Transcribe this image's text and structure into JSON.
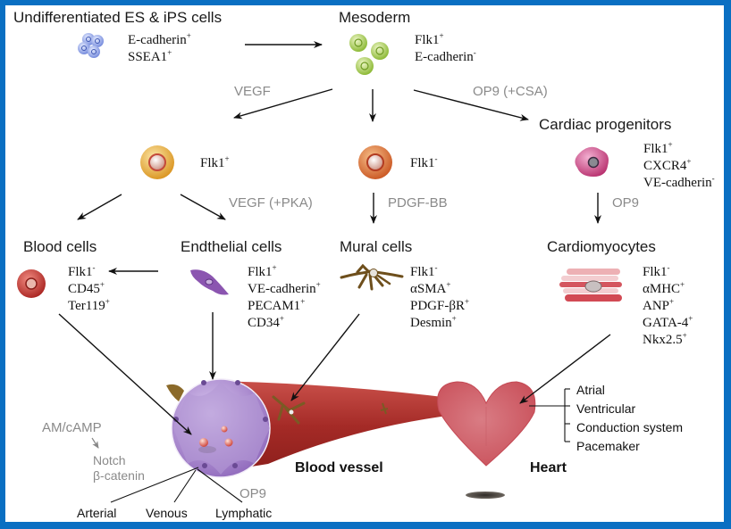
{
  "diagram": {
    "colors": {
      "frame_border": "#0a6fc2",
      "arrow": "#111111",
      "factor_text": "#8a8a8a",
      "es_cell": "#7f95e0",
      "mesoderm_cell": "#9cc63a",
      "flk1_pos_cell": "#e8a429",
      "flk1_neg_cell": "#d9652a",
      "cardiac_progenitor_cell": "#c9407e",
      "blood_cell": "#c8302e",
      "endothelial_cell": "#8b55b0",
      "mural_cell": "#7a5a24",
      "cardiomyocyte": "#d9727a",
      "vessel": "#a8302d",
      "vessel_lumen": "#9c78c4",
      "heart": "#d6707a"
    },
    "stages": {
      "undifferentiated": {
        "title": "Undifferentiated ES & iPS cells",
        "icon": "es-cell-cluster-icon",
        "markers": [
          {
            "name": "E-cadherin",
            "sign": "+"
          },
          {
            "name": "SSEA1",
            "sign": "+"
          }
        ]
      },
      "mesoderm": {
        "title": "Mesoderm",
        "icon": "mesoderm-cells-icon",
        "markers": [
          {
            "name": "Flk1",
            "sign": "+"
          },
          {
            "name": "E-cadherin",
            "sign": "-"
          }
        ]
      },
      "flk1_positive": {
        "icon": "flk1-positive-cell-icon",
        "markers": [
          {
            "name": "Flk1",
            "sign": "+"
          }
        ]
      },
      "flk1_negative": {
        "icon": "flk1-negative-cell-icon",
        "markers": [
          {
            "name": "Flk1",
            "sign": "-"
          }
        ]
      },
      "cardiac_progenitors": {
        "title": "Cardiac progenitors",
        "icon": "cardiac-progenitor-cell-icon",
        "markers": [
          {
            "name": "Flk1",
            "sign": "+"
          },
          {
            "name": "CXCR4",
            "sign": "+"
          },
          {
            "name": "VE-cadherin",
            "sign": "-"
          }
        ]
      },
      "blood_cells": {
        "title": "Blood cells",
        "icon": "blood-cell-icon",
        "markers": [
          {
            "name": "Flk1",
            "sign": "-"
          },
          {
            "name": "CD45",
            "sign": "+"
          },
          {
            "name": "Ter119",
            "sign": "+"
          }
        ]
      },
      "endothelial_cells": {
        "title": "Endthelial cells",
        "icon": "endothelial-cell-icon",
        "markers": [
          {
            "name": "Flk1",
            "sign": "+"
          },
          {
            "name": "VE-cadherin",
            "sign": "+"
          },
          {
            "name": "PECAM1",
            "sign": "+"
          },
          {
            "name": "CD34",
            "sign": "+"
          }
        ]
      },
      "mural_cells": {
        "title": "Mural cells",
        "icon": "mural-cell-icon",
        "markers": [
          {
            "name": "Flk1",
            "sign": "-"
          },
          {
            "name": "αSMA",
            "sign": "+"
          },
          {
            "name": "PDGF-βR",
            "sign": "+"
          },
          {
            "name": "Desmin",
            "sign": "+"
          }
        ]
      },
      "cardiomyocytes": {
        "title": "Cardiomyocytes",
        "icon": "cardiomyocyte-icon",
        "markers": [
          {
            "name": "Flk1",
            "sign": "-"
          },
          {
            "name": "αMHC",
            "sign": "+"
          },
          {
            "name": "ANP",
            "sign": "+"
          },
          {
            "name": "GATA-4",
            "sign": "+"
          },
          {
            "name": "Nkx2.5",
            "sign": "+"
          }
        ]
      }
    },
    "factors": {
      "vegf": "VEGF",
      "op9_csa": "OP9 (+CSA)",
      "vegf_pka": "VEGF (+PKA)",
      "pdgf_bb": "PDGF-BB",
      "op9_cardiac": "OP9",
      "am_camp": "AM/cAMP",
      "notch": "Notch",
      "beta_catenin": "β-catenin",
      "op9_lymphatic": "OP9"
    },
    "organs": {
      "blood_vessel": {
        "label": "Blood vessel",
        "subtypes": [
          "Arterial",
          "Venous",
          "Lymphatic"
        ]
      },
      "heart": {
        "label": "Heart",
        "subtypes": [
          "Atrial",
          "Ventricular",
          "Conduction system",
          "Pacemaker"
        ]
      }
    }
  }
}
